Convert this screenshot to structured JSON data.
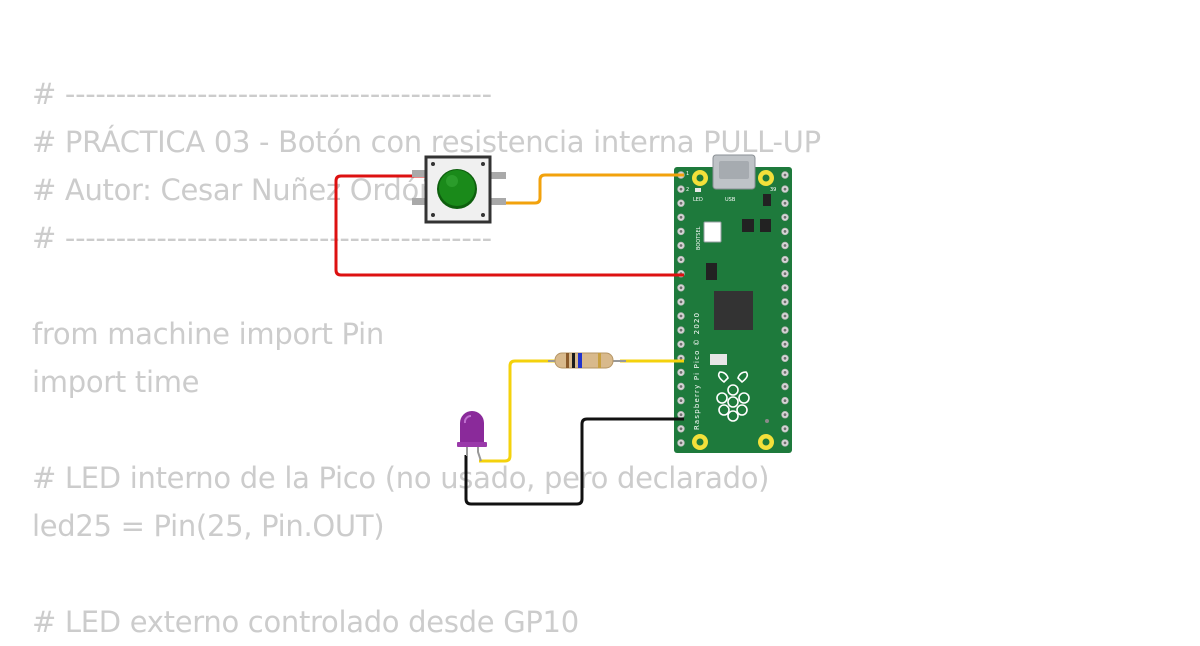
{
  "code": {
    "lines": [
      "# ------------------------------------------",
      "# PRÁCTICA 03 - Botón con resistencia interna PULL-UP",
      "# Autor: Cesar Nuñez Ordóñez",
      "# ------------------------------------------",
      "",
      "from machine import Pin",
      "import time",
      "",
      "# LED interno de la Pico (no usado, pero declarado)",
      "led25 = Pin(25, Pin.OUT)",
      "",
      "# LED externo controlado desde GP10"
    ]
  },
  "board": {
    "label_led": "LED",
    "label_usb": "USB",
    "label_bootsel": "BOOTSEL",
    "label_vertical": "Raspberry Pi Pico © 2020",
    "pin1": "1",
    "pin2": "2",
    "pin39": "39"
  },
  "colors": {
    "board": "#1e7a3c",
    "button_cap": "#1a8a1a",
    "wire_red": "#dd1111",
    "wire_orange": "#f2a20c",
    "wire_yellow": "#f4d20c",
    "wire_black": "#111111",
    "led": "#8a2a9a"
  }
}
